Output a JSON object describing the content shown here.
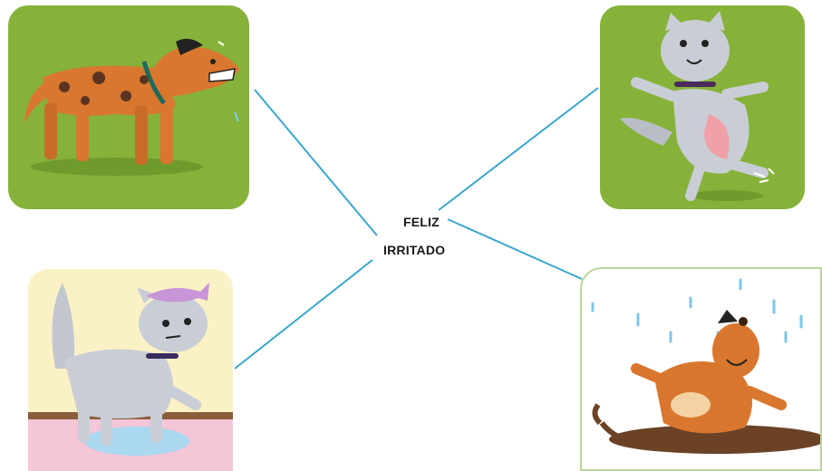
{
  "labels": {
    "word_1": "FELIZ",
    "word_2": "IRRITADO"
  },
  "colors": {
    "line": "#3aa6cf",
    "grass": "#86b23a",
    "text": "#1a1a1a"
  },
  "images": [
    {
      "id": "angry-dog",
      "icon": "angry-dog-icon"
    },
    {
      "id": "happy-cat",
      "icon": "happy-cat-icon"
    },
    {
      "id": "angry-wet-cat",
      "icon": "angry-wet-cat-icon"
    },
    {
      "id": "happy-muddy-dog",
      "icon": "happy-muddy-dog-icon"
    }
  ]
}
